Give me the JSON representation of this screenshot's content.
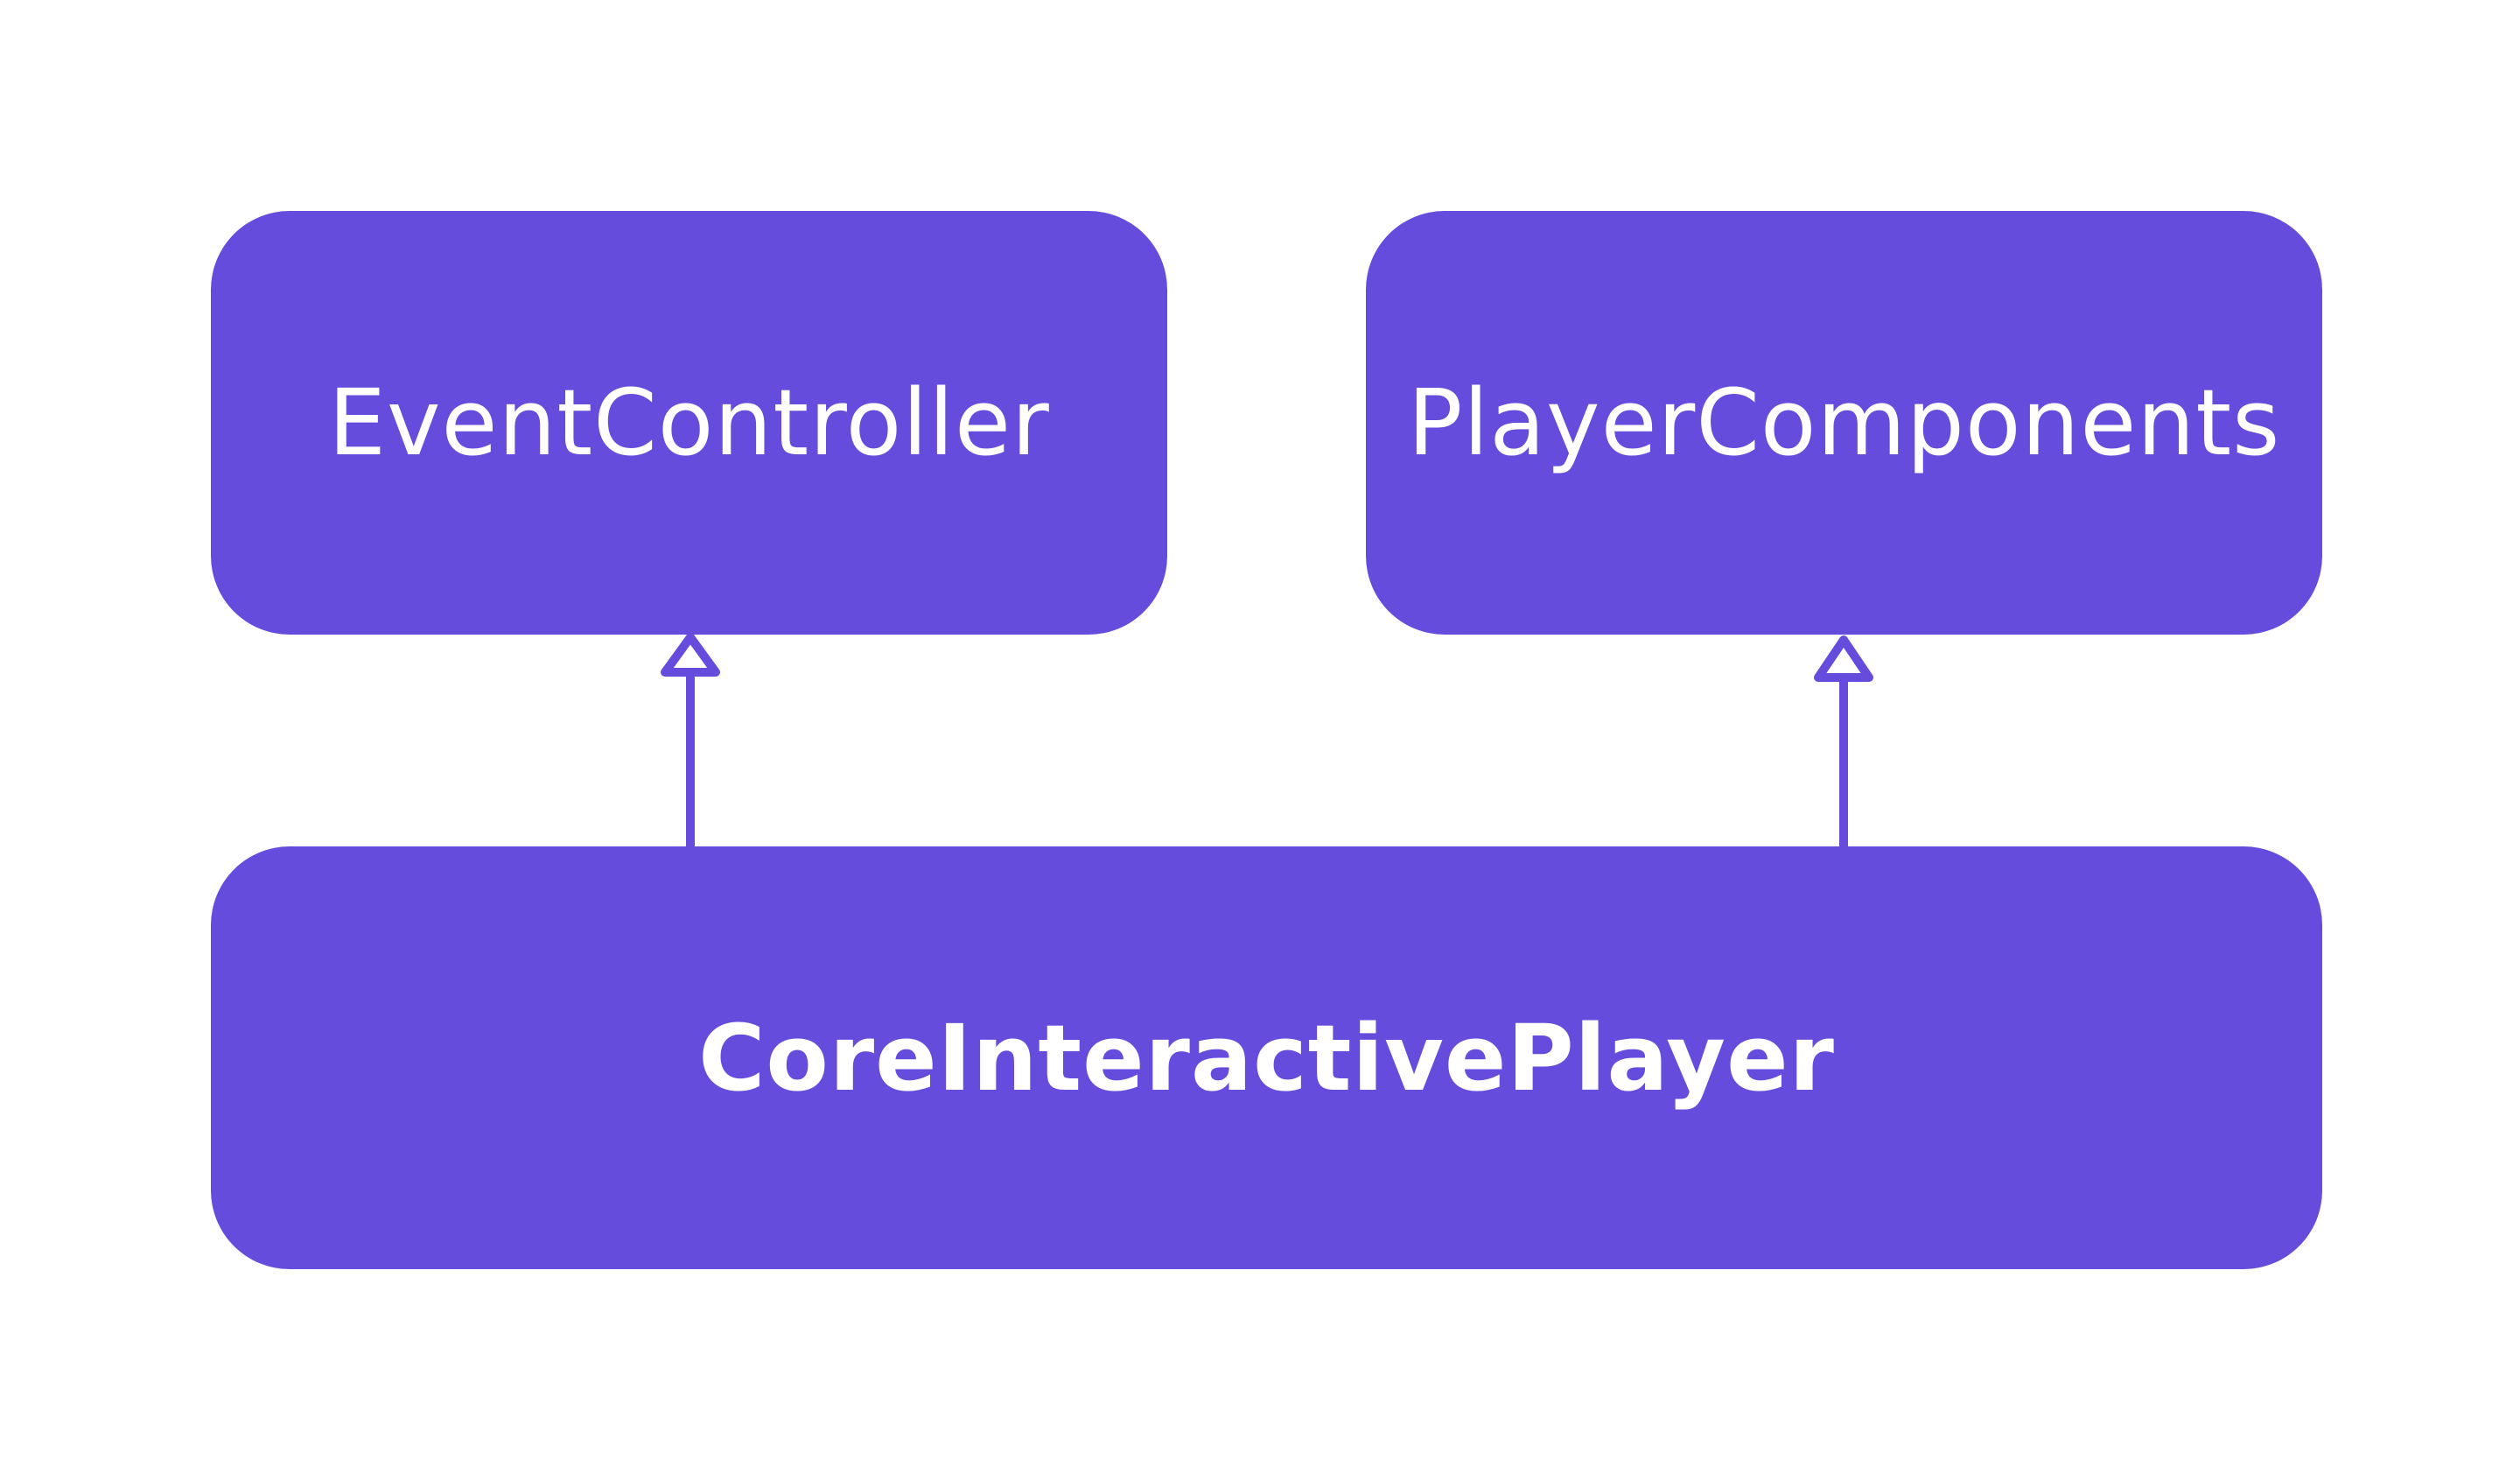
{
  "diagram": {
    "colors": {
      "node_fill": "#654CDC",
      "node_text": "#FFFFFF",
      "edge": "#654CDC",
      "background": "#FFFFFF"
    },
    "nodes": {
      "event_controller": {
        "label": "EventController"
      },
      "player_components": {
        "label": "PlayerComponents"
      },
      "core_interactive_player": {
        "label": "CoreInteractivePlayer"
      }
    },
    "edges": [
      {
        "from": "core_interactive_player",
        "to": "event_controller",
        "arrow": "open-triangle"
      },
      {
        "from": "core_interactive_player",
        "to": "player_components",
        "arrow": "open-triangle"
      }
    ]
  }
}
